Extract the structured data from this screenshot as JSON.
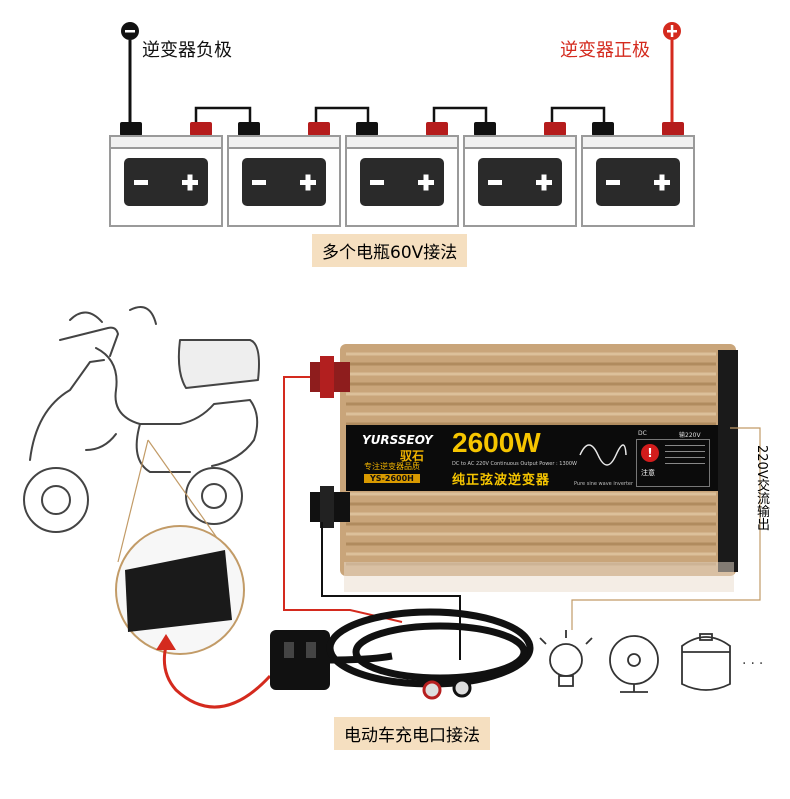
{
  "top_diagram": {
    "negative_label": "逆变器负极",
    "positive_label": "逆变器正极",
    "caption": "多个电瓶60V接法",
    "battery_count": 5,
    "colors": {
      "positive": "#d42a1e",
      "negative": "#111111",
      "terminal_red": "#b51c1c"
    }
  },
  "inverter": {
    "brand": "YURSSEOY",
    "brand_cn": "驭石",
    "slogan": "专注逆变器品质",
    "model": "YS-2600H",
    "power": "2600W",
    "spec_text": "DC to AC 220V Continuous Output Power : 1300W",
    "type_cn": "纯正弦波逆变器",
    "wave_caption": "Pure sine wave inverter",
    "dc_label": "DC",
    "ac_label": "输220V",
    "notice_cn": "注意"
  },
  "labels": {
    "ac_output": "220V交流输出",
    "charging_port": "电动车充电口接法",
    "appliances_more": "..."
  },
  "icons": [
    "scooter-icon",
    "charging-port-icon",
    "light-bulb-icon",
    "fan-icon",
    "rice-cooker-icon"
  ]
}
